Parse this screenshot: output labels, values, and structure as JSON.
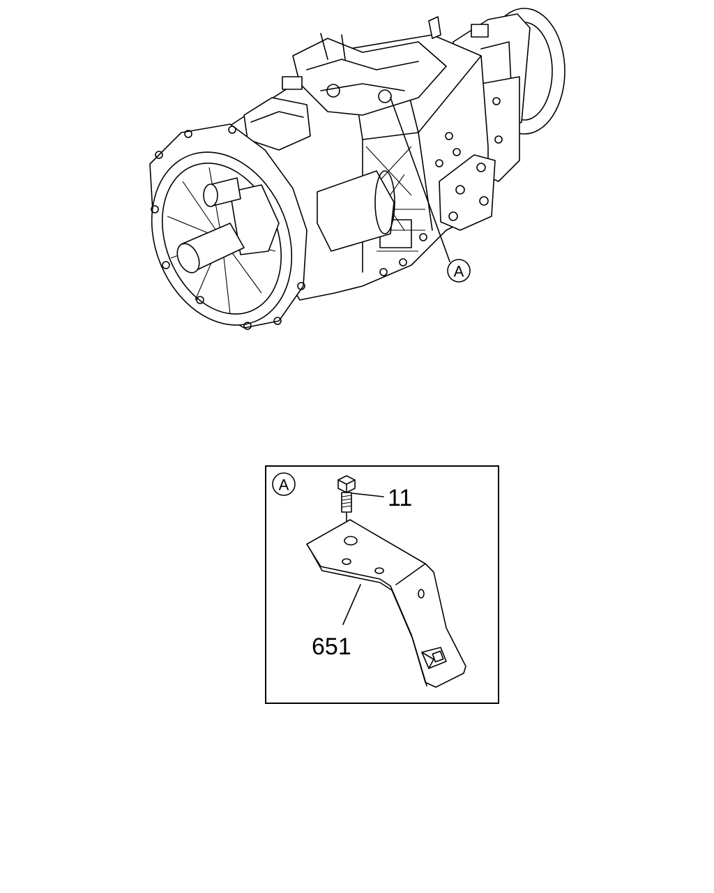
{
  "diagram": {
    "main_view": {
      "callout": "A"
    },
    "detail_view": {
      "callout": "A",
      "parts": [
        {
          "number": "11"
        },
        {
          "number": "651"
        }
      ]
    }
  }
}
